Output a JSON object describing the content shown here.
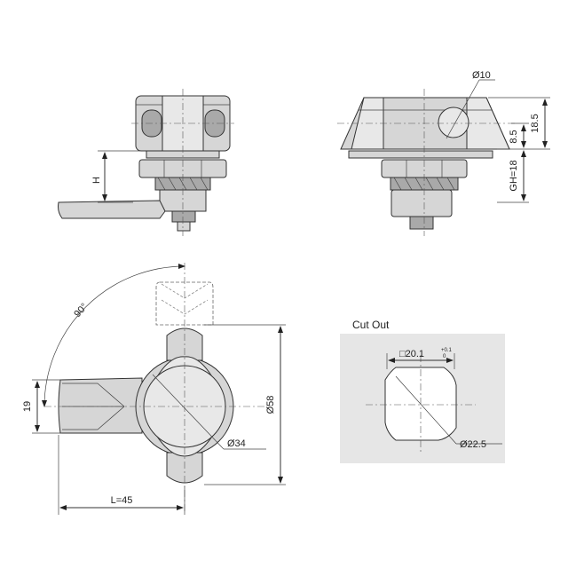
{
  "top_left_view": {
    "label_h": "H"
  },
  "top_right_view": {
    "label_hole": "Ø10",
    "label_total": "18.5",
    "label_upper": "8.5",
    "label_gh": "GH=18"
  },
  "front_view": {
    "label_angle": "90°",
    "label_height": "19",
    "label_length": "L=45",
    "label_diameter": "Ø58",
    "label_body": "Ø34"
  },
  "cutout": {
    "title": "Cut Out",
    "label_square": "□20.1",
    "tol_upper": "+0.1",
    "tol_lower": "0",
    "label_diameter": "Ø22.5",
    "panel_color": "#e6e6e6"
  }
}
